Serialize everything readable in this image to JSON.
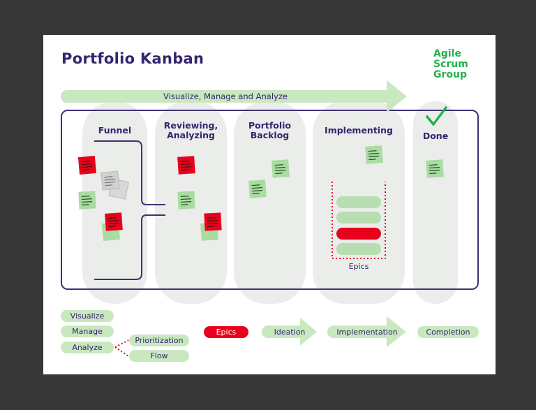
{
  "title": "Portfolio Kanban",
  "logo": {
    "line1": "Agile",
    "line2": "Scrum",
    "line3": "Group"
  },
  "top_arrow_label": "Visualize, Manage and Analyze",
  "columns": [
    {
      "line1": "Funnel",
      "line2": ""
    },
    {
      "line1": "Reviewing,",
      "line2": "Analyzing"
    },
    {
      "line1": "Portfolio",
      "line2": "Backlog"
    },
    {
      "line1": "Implementing",
      "line2": ""
    },
    {
      "line1": "Done",
      "line2": ""
    }
  ],
  "epics_label": "Epics",
  "legend": {
    "visualize": "Visualize",
    "manage": "Manage",
    "analyze": "Analyze",
    "prioritization": "Prioritization",
    "flow": "Flow",
    "epics": "Epics",
    "ideation": "Ideation",
    "implementation": "Implementation",
    "completion": "Completion"
  },
  "colors": {
    "navy": "#36246e",
    "green_light": "#c8e8c0",
    "green_card": "#a8dca0",
    "red": "#e8001c",
    "lane_gray": "#ebedeb",
    "logo_green": "#22b14c"
  },
  "icons": {
    "done": "checkmark-icon"
  }
}
